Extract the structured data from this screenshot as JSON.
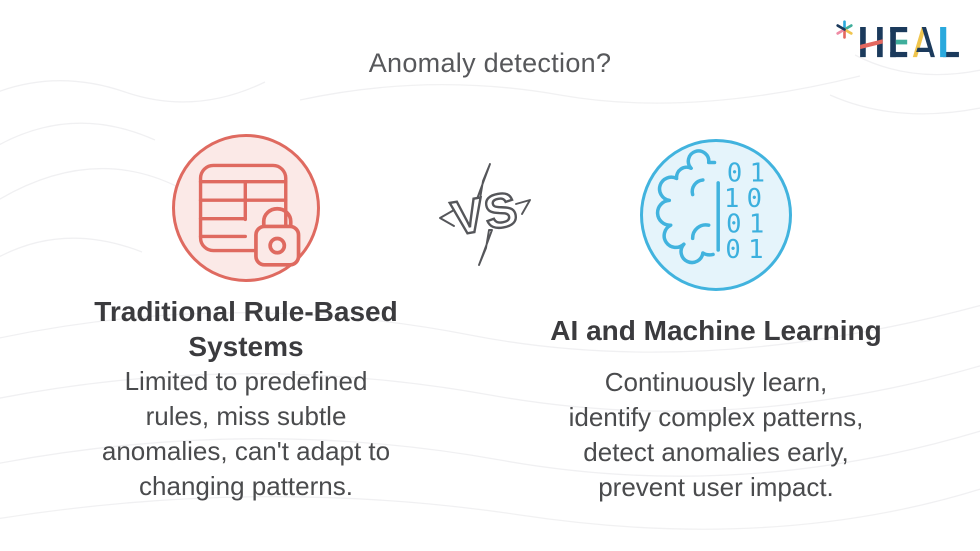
{
  "header": {
    "title": "Anomaly detection?",
    "logo": {
      "text": "HEAL"
    }
  },
  "vs": {
    "label": "VS"
  },
  "left_card": {
    "heading": "Traditional Rule-Based\nSystems",
    "description": "Limited to predefined\nrules, miss subtle\nanomalies, can't adapt to\nchanging patterns.",
    "icon": "table-lock-icon",
    "accent_color": "#df6a60",
    "fill_color": "#fbe9e7"
  },
  "right_card": {
    "heading": "AI and Machine Learning",
    "description": "Continuously learn,\nidentify complex patterns,\ndetect anomalies early,\nprevent user impact.",
    "icon": "brain-binary-icon",
    "accent_color": "#41b3de",
    "fill_color": "#e5f4fb",
    "binary_rows": [
      "01",
      "10",
      "01",
      "01"
    ]
  }
}
